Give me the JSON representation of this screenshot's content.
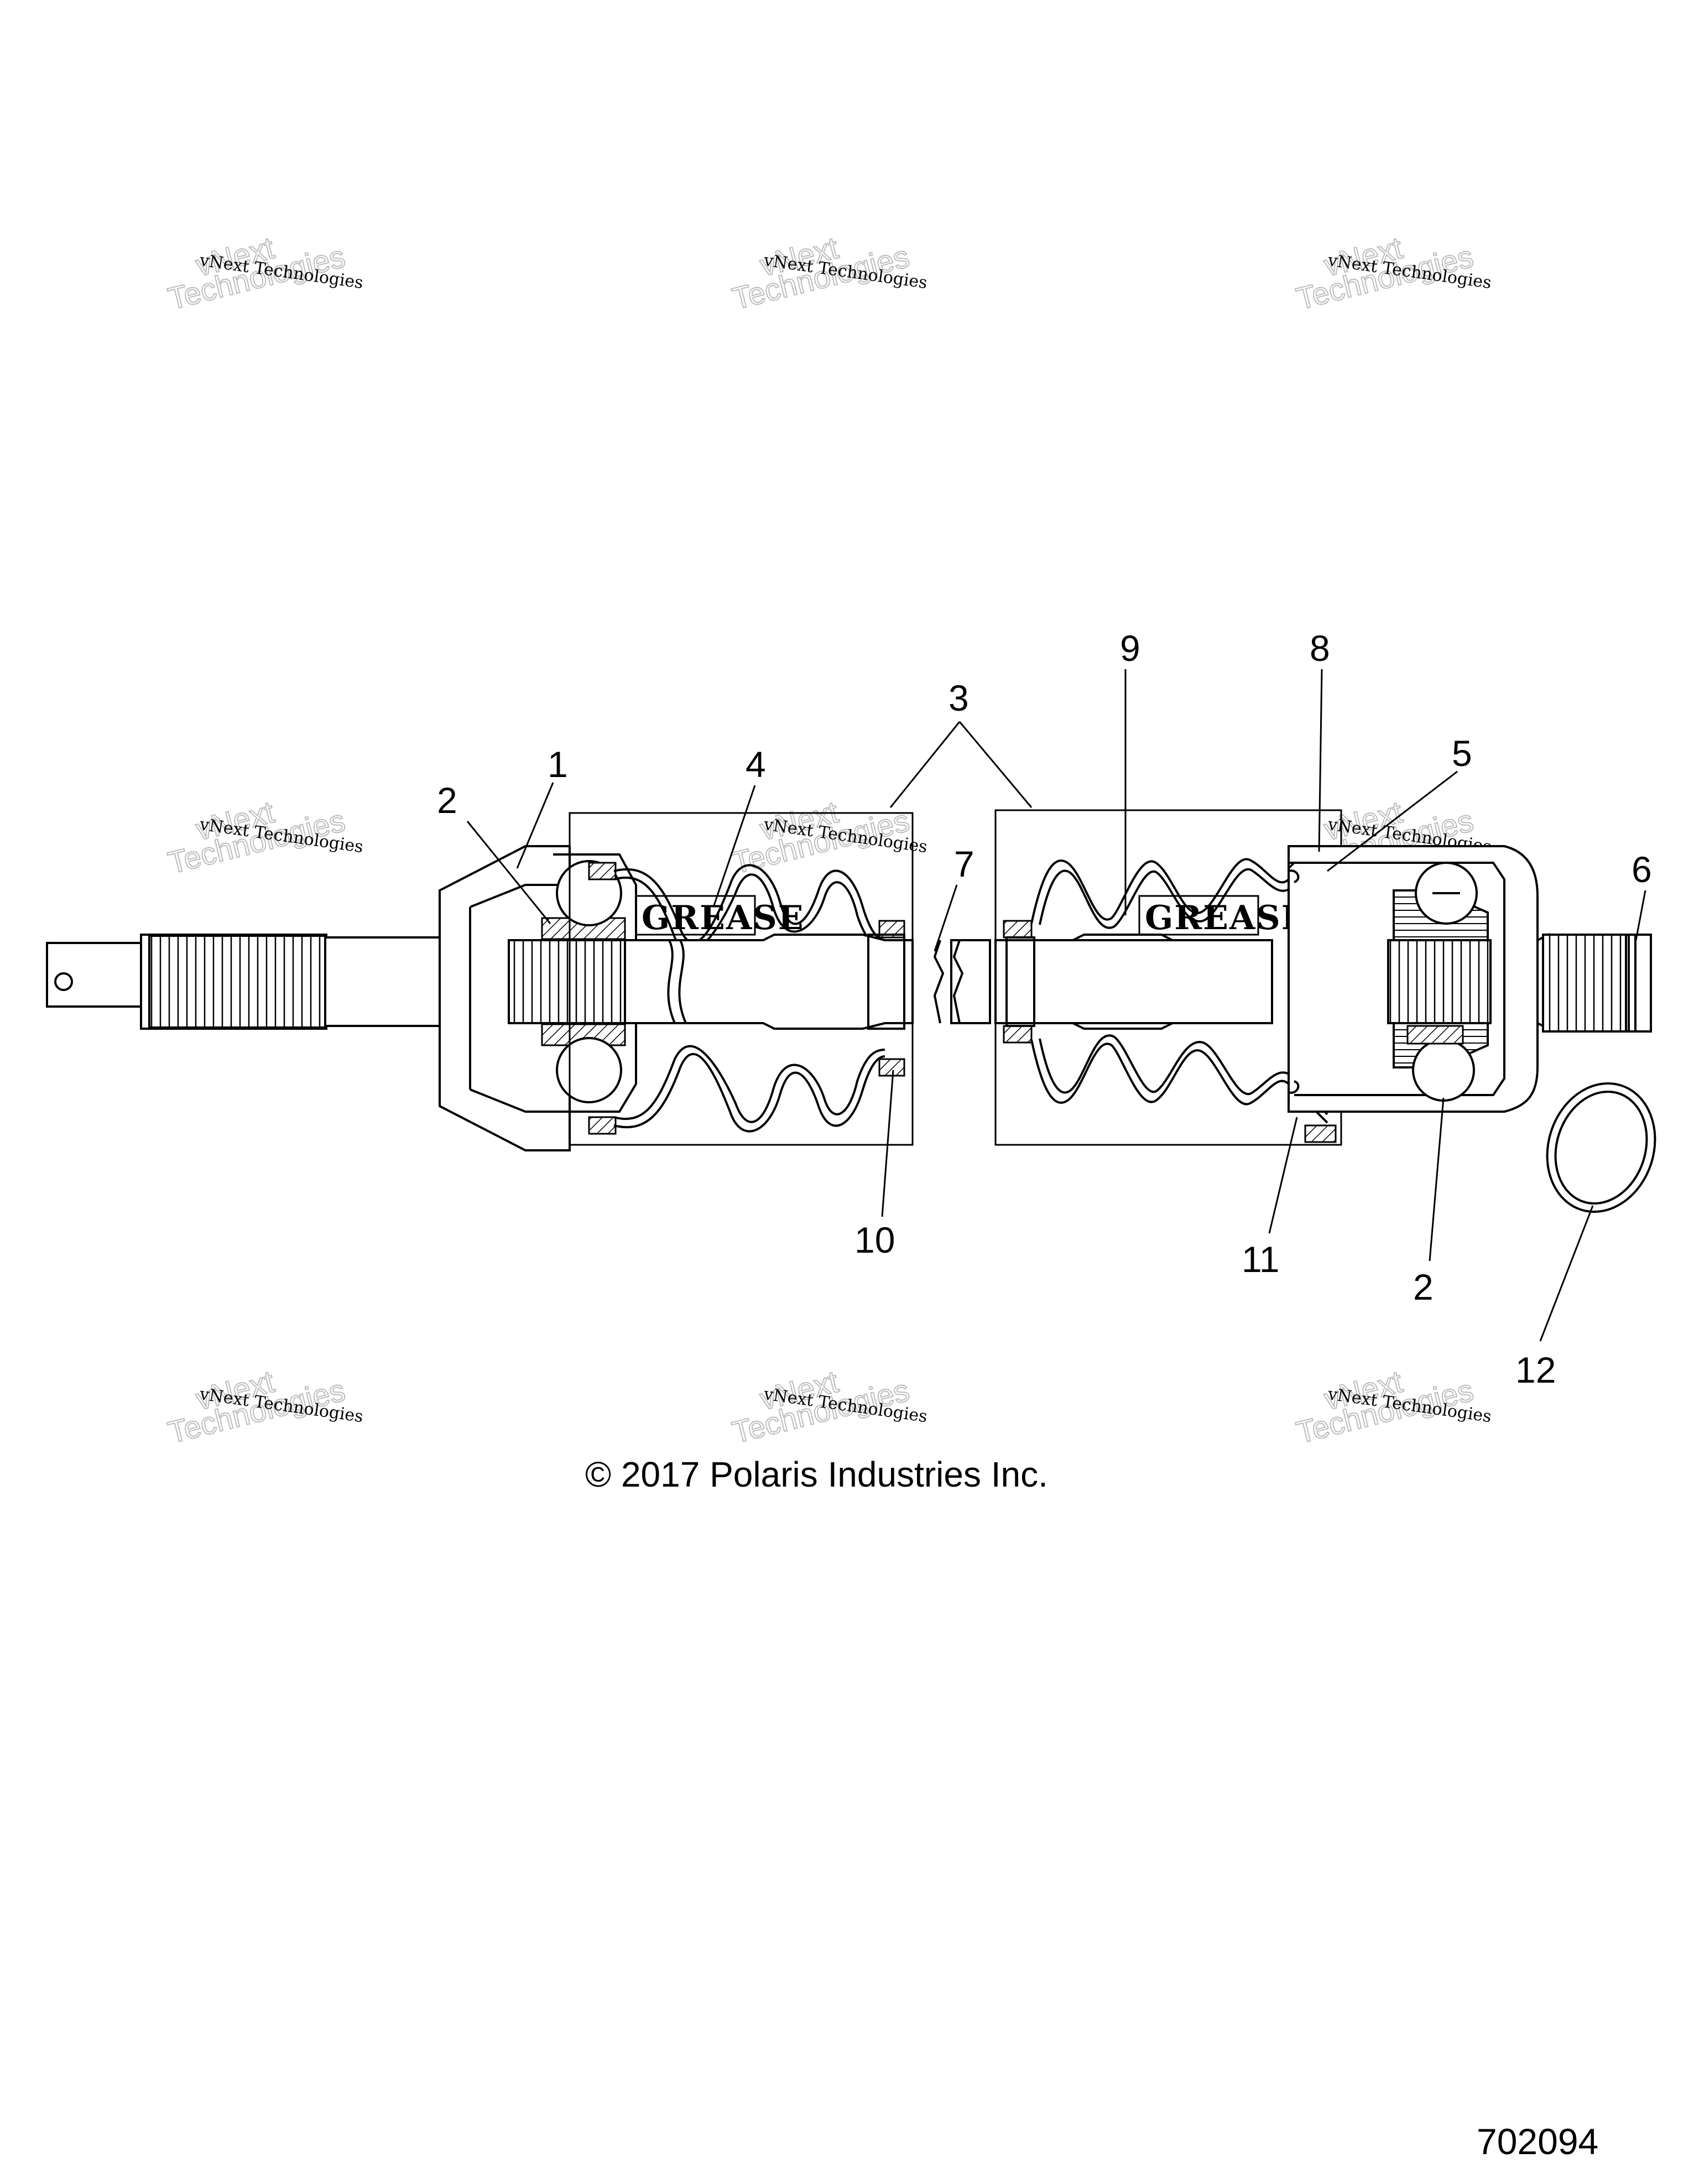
{
  "callouts": {
    "c1": "1",
    "c2a": "2",
    "c2b": "2",
    "c3": "3",
    "c4": "4",
    "c5": "5",
    "c6": "6",
    "c7": "7",
    "c8": "8",
    "c9": "9",
    "c10": "10",
    "c11": "11",
    "c12": "12"
  },
  "labels": {
    "grease_left": "GREASE",
    "grease_right": "GREASE"
  },
  "copyright": "© 2017 Polaris Industries Inc.",
  "part_number": "702094",
  "watermark": {
    "line1": "vNext Technologies",
    "big1": "vNext",
    "big2": "Technologies"
  }
}
